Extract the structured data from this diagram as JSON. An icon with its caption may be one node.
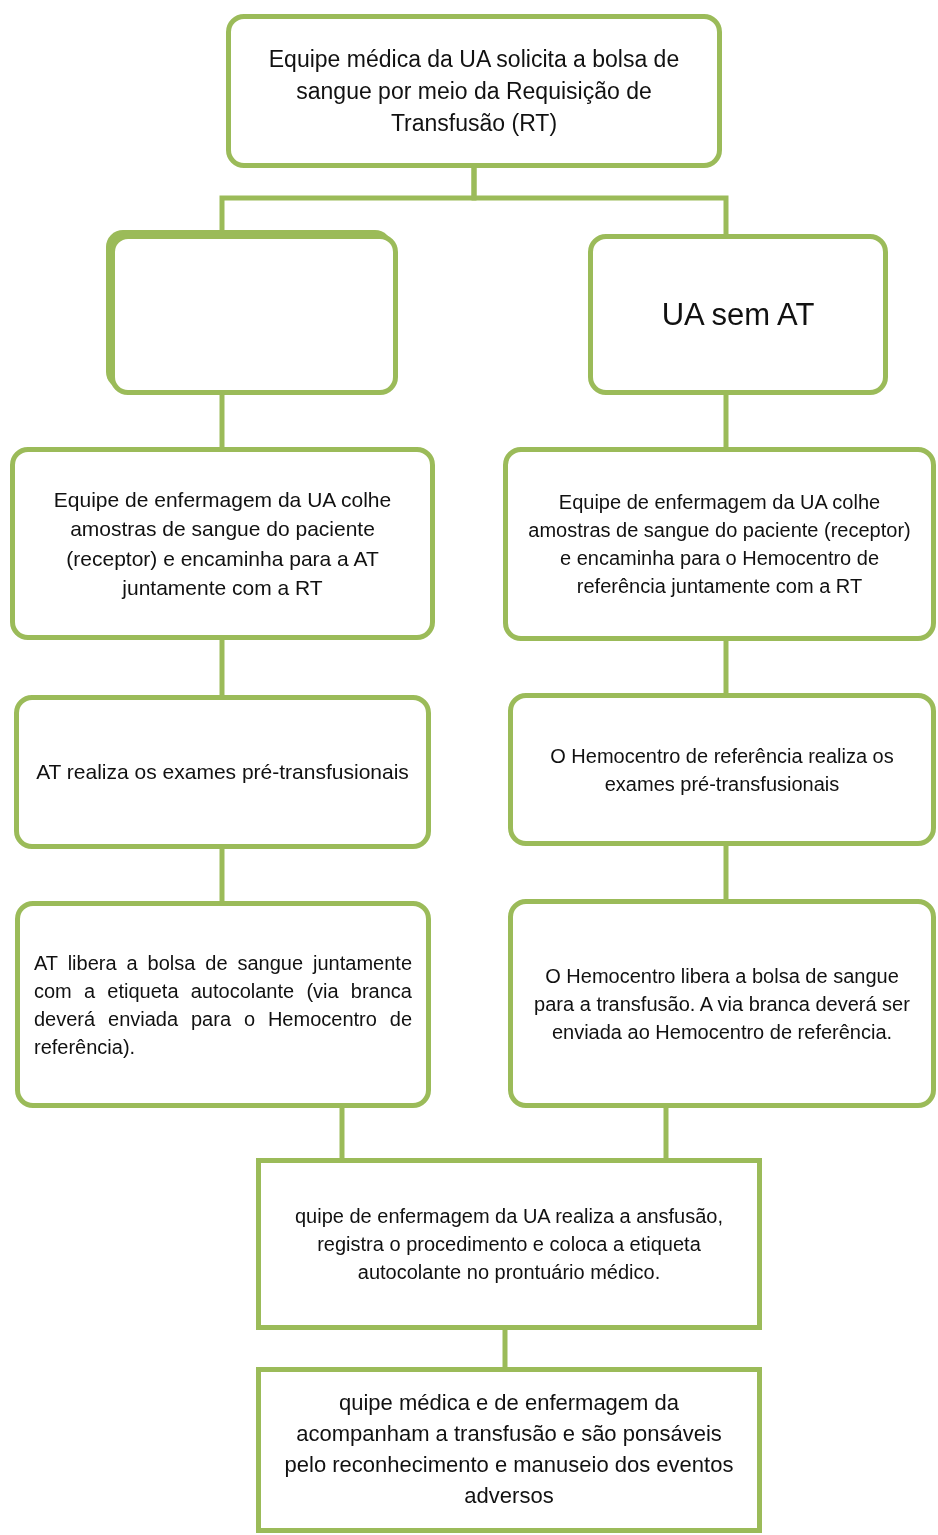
{
  "diagram": {
    "nodes": [
      {
        "text": [
          "Equipe médica da UA solicita a bolsa de sangue por meio da Requisição de Transfusão (RT)"
        ]
      },
      {
        "text": [],
        "shape": "box"
      },
      {
        "text": [
          "UA sem AT"
        ]
      },
      {
        "text": [
          "Equipe de enfermagem da UA colhe amostras de sangue do paciente (receptor) e encaminha para a AT juntamente com a RT"
        ]
      },
      {
        "text": [
          "Equipe de enfermagem da UA colhe amostras de sangue do paciente (receptor) e encaminha para o Hemocentro de referência juntamente com a RT"
        ]
      },
      {
        "text": [
          "AT realiza os exames pré-transfusionais"
        ]
      },
      {
        "text": [
          "O Hemocentro de referência realiza os exames pré-transfusionais"
        ]
      },
      {
        "text": [
          "AT libera a bolsa de sangue juntamente com a etiqueta autocolante (via branca deverá enviada para o Hemocentro de referência)."
        ]
      },
      {
        "text": [
          "O Hemocentro libera a bolsa de sangue para a transfusão. A via branca deverá ser enviada ao Hemocentro de referência."
        ]
      },
      {
        "text": [
          "quipe de enfermagem da UA realiza a ansfusão, registra o procedimento e coloca a etiqueta autocolante no prontuário médico."
        ]
      },
      {
        "text": [
          "quipe médica e de enfermagem da acompanham a transfusão e são ponsáveis pelo reconhecimento e manuseio dos eventos adversos"
        ]
      }
    ],
    "edges": [
      {
        "from": 0,
        "to": 1,
        "arrow": "none"
      },
      {
        "from": 0,
        "to": 2,
        "arrow": "none"
      },
      {
        "from": 1,
        "to": 3,
        "arrow": "none"
      },
      {
        "from": 2,
        "to": 4,
        "arrow": "none"
      },
      {
        "from": 3,
        "to": 5,
        "arrow": "none"
      },
      {
        "from": 4,
        "to": 6,
        "arrow": "none"
      },
      {
        "from": 5,
        "to": 7,
        "arrow": "none"
      },
      {
        "from": 6,
        "to": 8,
        "arrow": "none"
      },
      {
        "from": 7,
        "to": 9,
        "arrow": "none"
      },
      {
        "from": 8,
        "to": 9,
        "arrow": "none"
      },
      {
        "from": 9,
        "to": 10,
        "arrow": "none"
      }
    ]
  }
}
